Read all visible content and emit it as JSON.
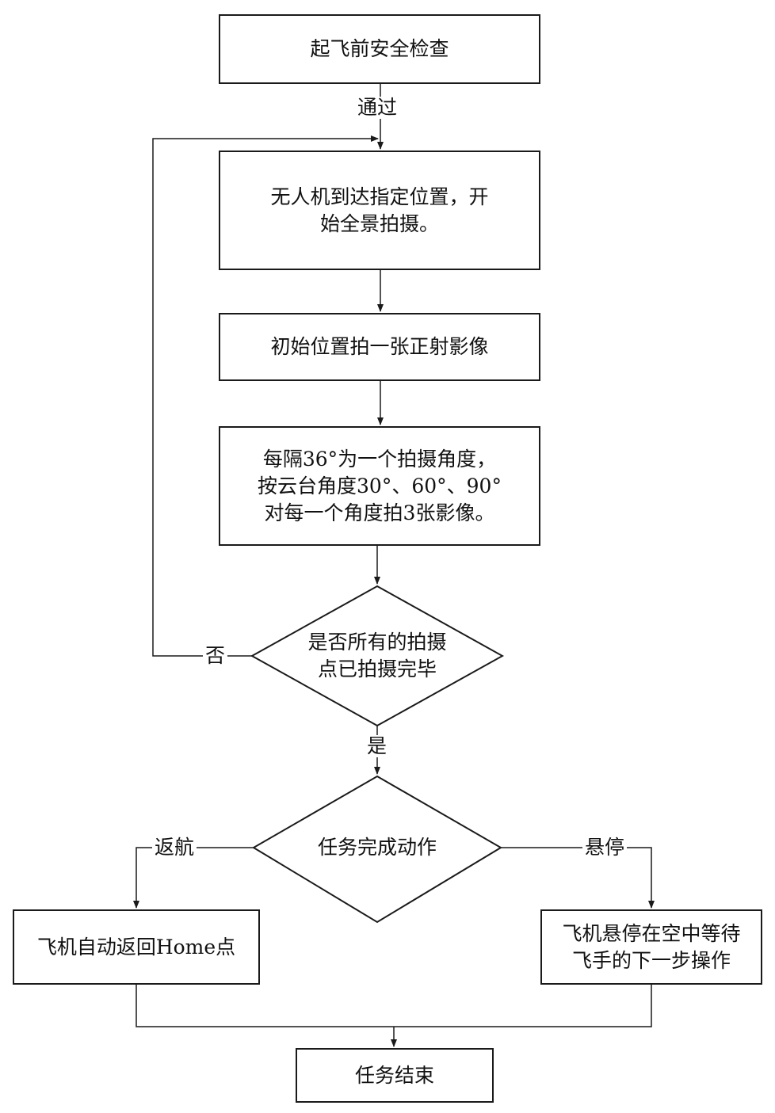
{
  "nodes": {
    "preflight": "起飞前安全检查",
    "arrive": "无人机到达指定位置，开\n始全景拍摄。",
    "ortho": "初始位置拍一张正射影像",
    "angles": "每隔36°为一个拍摄角度，\n按云台角度30°、60°、90°\n对每一个角度拍3张影像。",
    "decision_all": "是否所有的拍摄\n点已拍摄完毕",
    "decision_action": "任务完成动作",
    "return_home": "飞机自动返回Home点",
    "hover": "飞机悬停在空中等待\n飞手的下一步操作",
    "end": "任务结束"
  },
  "edge_labels": {
    "pass": "通过",
    "no": "否",
    "yes": "是",
    "return": "返航",
    "hover": "悬停"
  }
}
